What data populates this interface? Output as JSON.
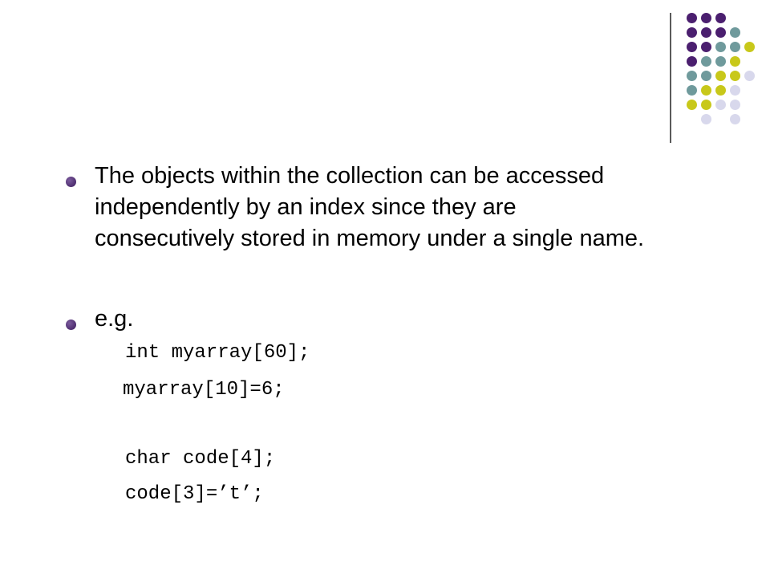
{
  "slide": {
    "bullets": [
      "The objects within the collection can be accessed independently by an index since they are consecutively stored in memory under a single name.",
      "e.g."
    ],
    "code_lines": [
      "int myarray[60];",
      "myarray[10]=6;",
      "char code[4];",
      "code[3]=’t’;"
    ]
  },
  "decor": {
    "colors": {
      "purple": "#4b1f6f",
      "teal": "#6f9a9c",
      "lime": "#c8c81a",
      "lavender": "#d8d8ec",
      "divider": "#5a5a5a"
    }
  }
}
